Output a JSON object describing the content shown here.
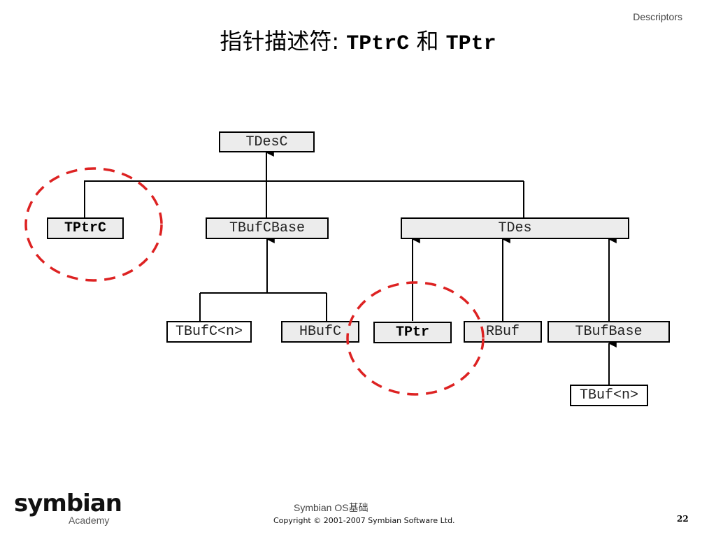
{
  "header": {
    "section": "Descriptors"
  },
  "title": {
    "prefix": "指针描述符: ",
    "term1": "TPtrC",
    "joiner": " 和 ",
    "term2": "TPtr"
  },
  "nodes": {
    "tdesc": "TDesC",
    "tptrc": "TPtrC",
    "tbufcbase": "TBufCBase",
    "tdes": "TDes",
    "tbufc": "TBufC<n>",
    "hbufc": "HBufC",
    "tptr": "TPtr",
    "rbuf": "RBuf",
    "tbufbase": "TBufBase",
    "tbuf": "TBuf<n>"
  },
  "highlight_color": "#dd2222",
  "footer": {
    "logo": "symbian",
    "logo_sub": "Academy",
    "course": "Symbian OS基础",
    "copyright": "Copyright © 2001-2007 Symbian Software Ltd.",
    "page": "22"
  }
}
